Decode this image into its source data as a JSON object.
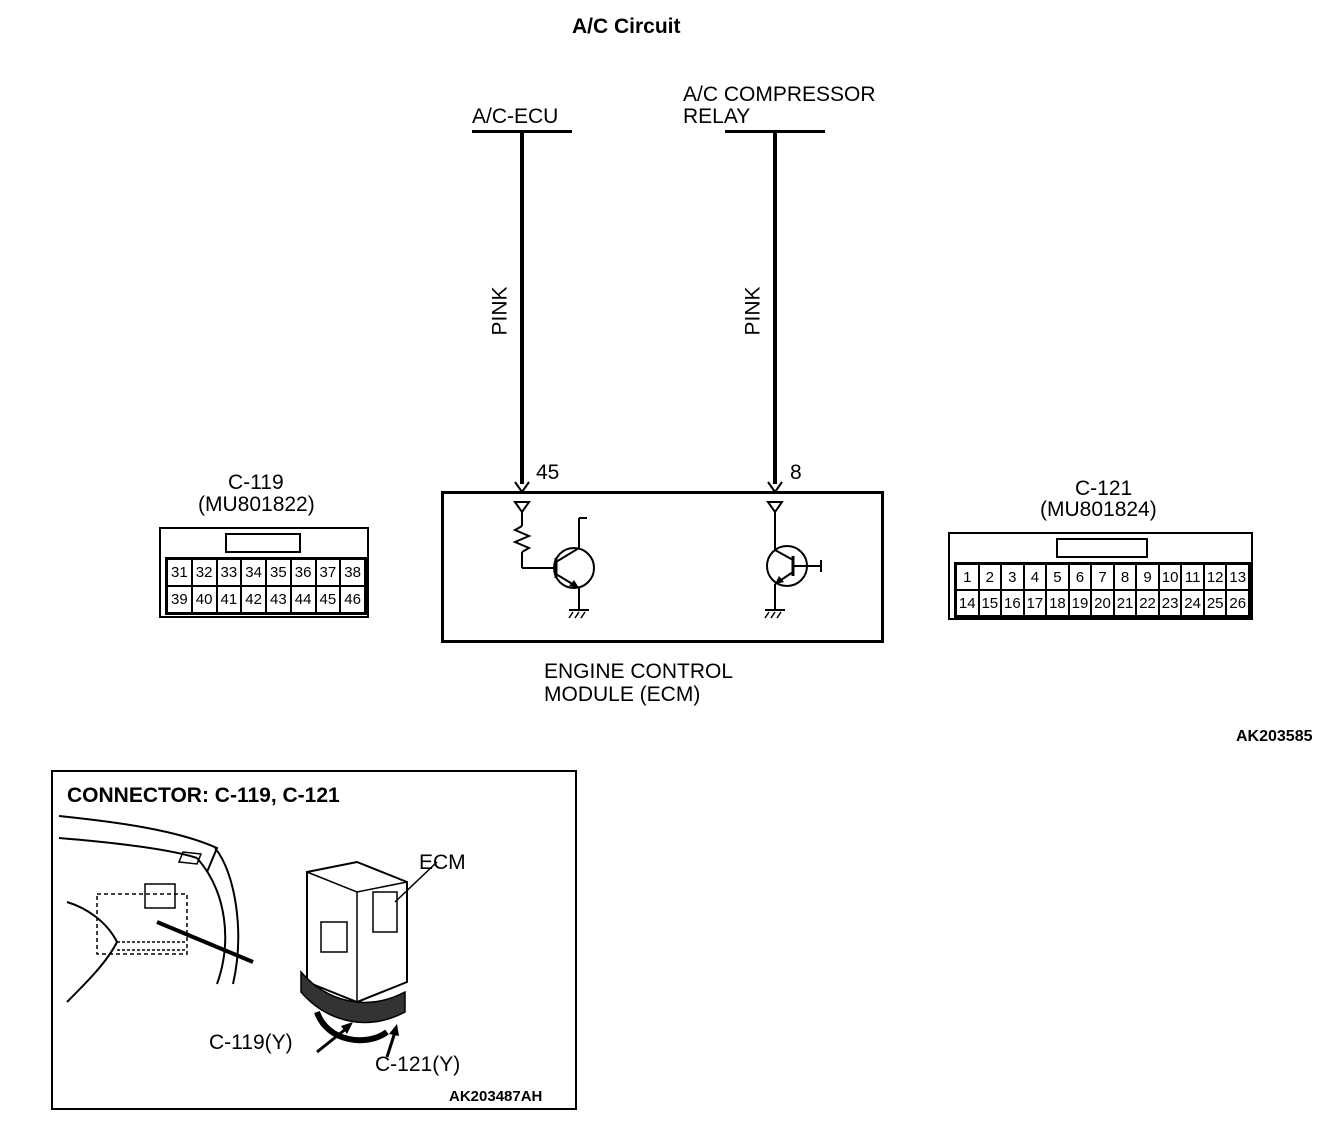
{
  "title": "A/C Circuit",
  "ecu_label": "A/C-ECU",
  "relay_label": [
    "A/C COMPRESSOR",
    "RELAY"
  ],
  "wire_color_left": "PINK",
  "wire_color_right": "PINK",
  "pin_left": "45",
  "pin_right": "8",
  "ecm_label": [
    "ENGINE CONTROL",
    "MODULE (ECM)"
  ],
  "connector_c119": {
    "name": "C-119",
    "part": "(MU801822)",
    "row1": [
      "31",
      "32",
      "33",
      "34",
      "35",
      "36",
      "37",
      "38"
    ],
    "row2": [
      "39",
      "40",
      "41",
      "42",
      "43",
      "44",
      "45",
      "46"
    ]
  },
  "connector_c121": {
    "name": "C-121",
    "part": "(MU801824)",
    "row1": [
      "1",
      "2",
      "3",
      "4",
      "5",
      "6",
      "7",
      "8",
      "9",
      "10",
      "11",
      "12",
      "13"
    ],
    "row2": [
      "14",
      "15",
      "16",
      "17",
      "18",
      "19",
      "20",
      "21",
      "22",
      "23",
      "24",
      "25",
      "26"
    ]
  },
  "figure_code": "AK203585",
  "inset": {
    "heading": "CONNECTOR: C-119, C-121",
    "ecm_callout": "ECM",
    "c119_callout": "C-119(Y)",
    "c121_callout": "C-121(Y)",
    "figure_code": "AK203487AH"
  }
}
